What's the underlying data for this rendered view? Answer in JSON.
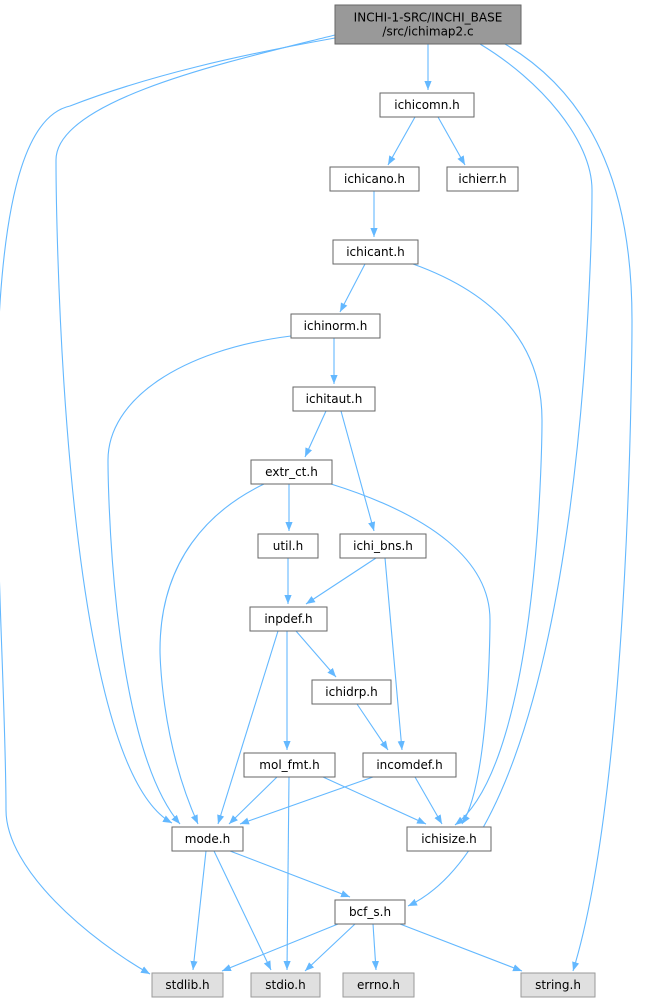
{
  "colors": {
    "edge": "#63b8ff",
    "border_normal": "#666666",
    "fill_normal": "#ffffff",
    "fill_root": "#999999",
    "border_root": "#666666",
    "fill_system": "#e0e0e0",
    "border_system": "#999999"
  },
  "nodes": {
    "root": {
      "lines": [
        "INCHI-1-SRC/INCHI_BASE",
        "/src/ichimap2.c"
      ],
      "kind": "root"
    },
    "ichicomn": {
      "lines": [
        "ichicomn.h"
      ],
      "kind": "normal"
    },
    "ichicano": {
      "lines": [
        "ichicano.h"
      ],
      "kind": "normal"
    },
    "ichierr": {
      "lines": [
        "ichierr.h"
      ],
      "kind": "normal"
    },
    "ichicant": {
      "lines": [
        "ichicant.h"
      ],
      "kind": "normal"
    },
    "ichinorm": {
      "lines": [
        "ichinorm.h"
      ],
      "kind": "normal"
    },
    "ichitaut": {
      "lines": [
        "ichitaut.h"
      ],
      "kind": "normal"
    },
    "extr_ct": {
      "lines": [
        "extr_ct.h"
      ],
      "kind": "normal"
    },
    "util": {
      "lines": [
        "util.h"
      ],
      "kind": "normal"
    },
    "ichi_bns": {
      "lines": [
        "ichi_bns.h"
      ],
      "kind": "normal"
    },
    "inpdef": {
      "lines": [
        "inpdef.h"
      ],
      "kind": "normal"
    },
    "ichidrp": {
      "lines": [
        "ichidrp.h"
      ],
      "kind": "normal"
    },
    "mol_fmt": {
      "lines": [
        "mol_fmt.h"
      ],
      "kind": "normal"
    },
    "incomdef": {
      "lines": [
        "incomdef.h"
      ],
      "kind": "normal"
    },
    "mode": {
      "lines": [
        "mode.h"
      ],
      "kind": "normal"
    },
    "ichisize": {
      "lines": [
        "ichisize.h"
      ],
      "kind": "normal"
    },
    "bcf_s": {
      "lines": [
        "bcf_s.h"
      ],
      "kind": "normal"
    },
    "stdlib": {
      "lines": [
        "stdlib.h"
      ],
      "kind": "system"
    },
    "stdio": {
      "lines": [
        "stdio.h"
      ],
      "kind": "system"
    },
    "errno": {
      "lines": [
        "errno.h"
      ],
      "kind": "system"
    },
    "string": {
      "lines": [
        "string.h"
      ],
      "kind": "system"
    }
  },
  "edges": [
    {
      "from": "root",
      "to": "ichicomn"
    },
    {
      "from": "root",
      "to": "mode"
    },
    {
      "from": "root",
      "to": "stdlib"
    },
    {
      "from": "root",
      "to": "bcf_s"
    },
    {
      "from": "root",
      "to": "string"
    },
    {
      "from": "ichicomn",
      "to": "ichicano"
    },
    {
      "from": "ichicomn",
      "to": "ichierr"
    },
    {
      "from": "ichicano",
      "to": "ichicant"
    },
    {
      "from": "ichicant",
      "to": "ichinorm"
    },
    {
      "from": "ichicant",
      "to": "ichisize"
    },
    {
      "from": "ichinorm",
      "to": "ichitaut"
    },
    {
      "from": "ichinorm",
      "to": "mode"
    },
    {
      "from": "ichitaut",
      "to": "extr_ct"
    },
    {
      "from": "ichitaut",
      "to": "ichi_bns"
    },
    {
      "from": "extr_ct",
      "to": "util"
    },
    {
      "from": "extr_ct",
      "to": "mode"
    },
    {
      "from": "extr_ct",
      "to": "ichisize"
    },
    {
      "from": "util",
      "to": "inpdef"
    },
    {
      "from": "ichi_bns",
      "to": "inpdef"
    },
    {
      "from": "ichi_bns",
      "to": "incomdef"
    },
    {
      "from": "inpdef",
      "to": "mode"
    },
    {
      "from": "inpdef",
      "to": "ichidrp"
    },
    {
      "from": "inpdef",
      "to": "mol_fmt"
    },
    {
      "from": "ichidrp",
      "to": "incomdef"
    },
    {
      "from": "mol_fmt",
      "to": "mode"
    },
    {
      "from": "mol_fmt",
      "to": "ichisize"
    },
    {
      "from": "mol_fmt",
      "to": "stdio"
    },
    {
      "from": "incomdef",
      "to": "mode"
    },
    {
      "from": "incomdef",
      "to": "ichisize"
    },
    {
      "from": "mode",
      "to": "bcf_s"
    },
    {
      "from": "mode",
      "to": "stdlib"
    },
    {
      "from": "mode",
      "to": "stdio"
    },
    {
      "from": "bcf_s",
      "to": "stdlib"
    },
    {
      "from": "bcf_s",
      "to": "stdio"
    },
    {
      "from": "bcf_s",
      "to": "errno"
    },
    {
      "from": "bcf_s",
      "to": "string"
    }
  ]
}
